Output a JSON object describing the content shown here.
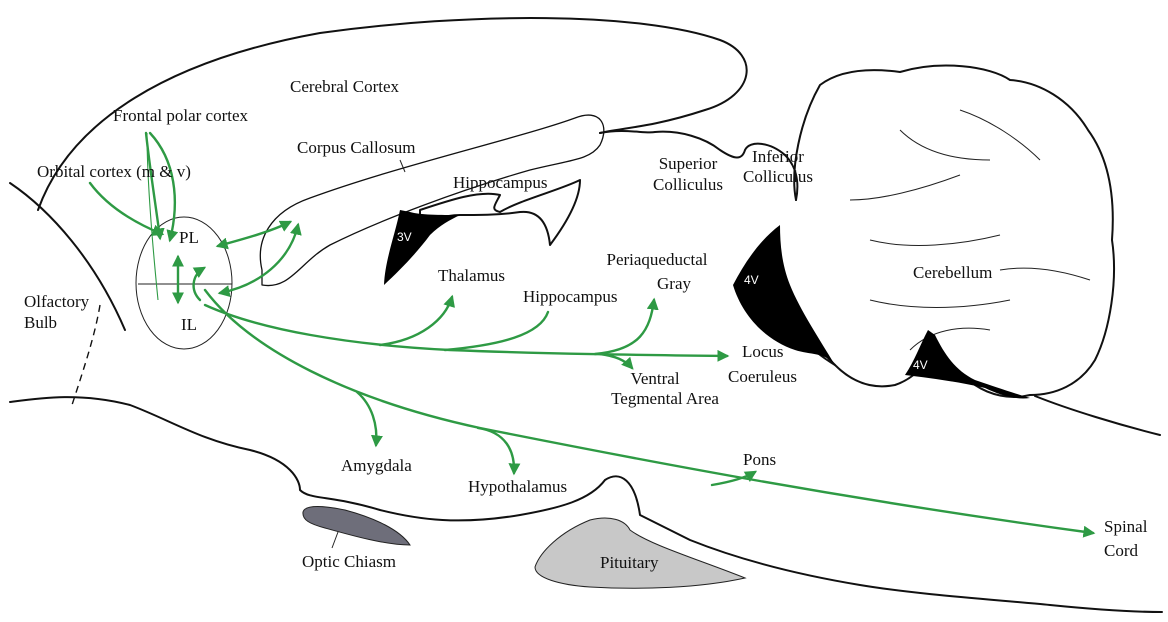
{
  "labels": {
    "cerebral_cortex": "Cerebral Cortex",
    "frontal_polar_cortex": "Frontal polar cortex",
    "corpus_callosum": "Corpus Callosum",
    "orbital_cortex": "Orbital cortex (m & v)",
    "hippocampus_upper": "Hippocampus",
    "superior_colliculus_1": "Superior",
    "superior_colliculus_2": "Colliculus",
    "inferior_colliculus_1": "Inferior",
    "inferior_colliculus_2": "Colliculus",
    "pl": "PL",
    "il": "IL",
    "olfactory_bulb_1": "Olfactory",
    "olfactory_bulb_2": "Bulb",
    "thalamus": "Thalamus",
    "hippocampus_lower": "Hippocampus",
    "pag_1": "Periaqueductal",
    "pag_2": "Gray",
    "cerebellum": "Cerebellum",
    "locus_coeruleus_1": "Locus",
    "locus_coeruleus_2": "Coeruleus",
    "vta_1": "Ventral",
    "vta_2": "Tegmental Area",
    "amygdala": "Amygdala",
    "hypothalamus": "Hypothalamus",
    "pons": "Pons",
    "spinal_cord_1": "Spinal",
    "spinal_cord_2": "Cord",
    "optic_chiasm": "Optic Chiasm",
    "pituitary": "Pituitary",
    "ventricle_3": "3V",
    "ventricle_4a": "4V",
    "ventricle_4b": "4V"
  },
  "colors": {
    "projection_arrow": "#2e9a44",
    "ventricle_fill": "#000000",
    "pituitary_fill": "#c8c8c8",
    "optic_chiasm_fill": "#6e6e7a",
    "outline": "#111111"
  }
}
